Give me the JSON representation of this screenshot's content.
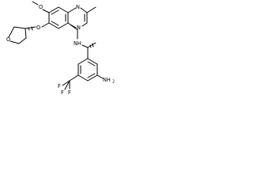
{
  "molecule": {
    "atom_labels": {
      "methoxy_oxygen": "O",
      "ether_oxygen": "O",
      "ring_oxygen": "O",
      "nitrogen_n1": "N",
      "nitrogen_n3": "N",
      "amine_nh": "NH",
      "aniline_nh2": "NH",
      "aniline_subscript": "2",
      "fluorine_1": "F",
      "fluorine_2": "F",
      "fluorine_3": "F"
    }
  }
}
